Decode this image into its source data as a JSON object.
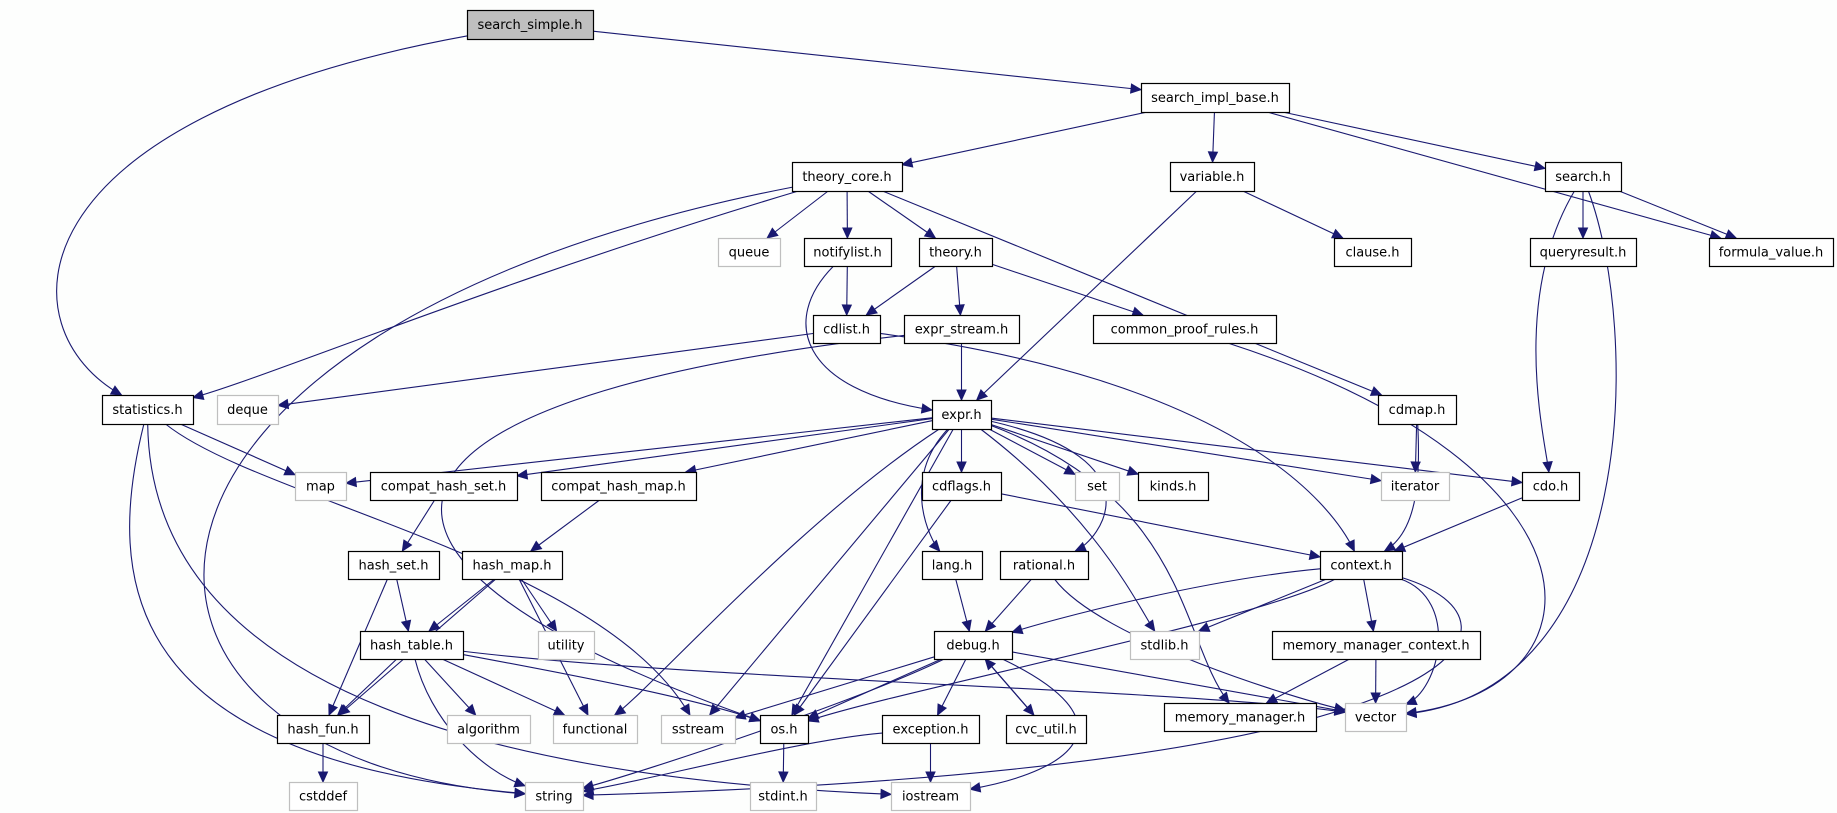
{
  "title": "search_simple.h include dependency graph",
  "colors": {
    "edge": "#191970",
    "root_fill": "#bfbfbf",
    "local_border": "#000000",
    "system_border": "#bfbfbf"
  },
  "nodes": [
    {
      "id": "search_simple",
      "label": "search_simple.h",
      "kind": "root"
    },
    {
      "id": "search_impl_base",
      "label": "search_impl_base.h",
      "kind": "local"
    },
    {
      "id": "theory_core",
      "label": "theory_core.h",
      "kind": "local"
    },
    {
      "id": "variable",
      "label": "variable.h",
      "kind": "local"
    },
    {
      "id": "search",
      "label": "search.h",
      "kind": "local"
    },
    {
      "id": "queue",
      "label": "queue",
      "kind": "system"
    },
    {
      "id": "notifylist",
      "label": "notifylist.h",
      "kind": "local"
    },
    {
      "id": "theory",
      "label": "theory.h",
      "kind": "local"
    },
    {
      "id": "clause",
      "label": "clause.h",
      "kind": "local"
    },
    {
      "id": "queryresult",
      "label": "queryresult.h",
      "kind": "local"
    },
    {
      "id": "formula_value",
      "label": "formula_value.h",
      "kind": "local"
    },
    {
      "id": "cdlist",
      "label": "cdlist.h",
      "kind": "local"
    },
    {
      "id": "expr_stream",
      "label": "expr_stream.h",
      "kind": "local"
    },
    {
      "id": "common_proof_rules",
      "label": "common_proof_rules.h",
      "kind": "local"
    },
    {
      "id": "statistics",
      "label": "statistics.h",
      "kind": "local"
    },
    {
      "id": "deque",
      "label": "deque",
      "kind": "system"
    },
    {
      "id": "expr",
      "label": "expr.h",
      "kind": "local"
    },
    {
      "id": "cdmap",
      "label": "cdmap.h",
      "kind": "local"
    },
    {
      "id": "map",
      "label": "map",
      "kind": "system"
    },
    {
      "id": "compat_hash_set",
      "label": "compat_hash_set.h",
      "kind": "local"
    },
    {
      "id": "compat_hash_map",
      "label": "compat_hash_map.h",
      "kind": "local"
    },
    {
      "id": "cdflags",
      "label": "cdflags.h",
      "kind": "local"
    },
    {
      "id": "set",
      "label": "set",
      "kind": "system"
    },
    {
      "id": "kinds",
      "label": "kinds.h",
      "kind": "local"
    },
    {
      "id": "iterator",
      "label": "iterator",
      "kind": "system"
    },
    {
      "id": "cdo",
      "label": "cdo.h",
      "kind": "local"
    },
    {
      "id": "hash_set",
      "label": "hash_set.h",
      "kind": "local"
    },
    {
      "id": "hash_map",
      "label": "hash_map.h",
      "kind": "local"
    },
    {
      "id": "lang",
      "label": "lang.h",
      "kind": "local"
    },
    {
      "id": "rational",
      "label": "rational.h",
      "kind": "local"
    },
    {
      "id": "context",
      "label": "context.h",
      "kind": "local"
    },
    {
      "id": "utility",
      "label": "utility",
      "kind": "system"
    },
    {
      "id": "hash_table",
      "label": "hash_table.h",
      "kind": "local"
    },
    {
      "id": "debug",
      "label": "debug.h",
      "kind": "local"
    },
    {
      "id": "stdlib",
      "label": "stdlib.h",
      "kind": "system"
    },
    {
      "id": "memory_manager_context",
      "label": "memory_manager_context.h",
      "kind": "local"
    },
    {
      "id": "hash_fun",
      "label": "hash_fun.h",
      "kind": "local"
    },
    {
      "id": "algorithm",
      "label": "algorithm",
      "kind": "system"
    },
    {
      "id": "functional",
      "label": "functional",
      "kind": "system"
    },
    {
      "id": "sstream",
      "label": "sstream",
      "kind": "system"
    },
    {
      "id": "os",
      "label": "os.h",
      "kind": "local"
    },
    {
      "id": "exception",
      "label": "exception.h",
      "kind": "local"
    },
    {
      "id": "cvc_util",
      "label": "cvc_util.h",
      "kind": "local"
    },
    {
      "id": "memory_manager",
      "label": "memory_manager.h",
      "kind": "local"
    },
    {
      "id": "vector",
      "label": "vector",
      "kind": "system"
    },
    {
      "id": "cstddef",
      "label": "cstddef",
      "kind": "system"
    },
    {
      "id": "string",
      "label": "string",
      "kind": "system"
    },
    {
      "id": "stdint",
      "label": "stdint.h",
      "kind": "system"
    },
    {
      "id": "iostream",
      "label": "iostream",
      "kind": "system"
    }
  ],
  "edges": [
    [
      "search_simple",
      "search_impl_base"
    ],
    [
      "search_simple",
      "statistics"
    ],
    [
      "search_impl_base",
      "theory_core"
    ],
    [
      "search_impl_base",
      "variable"
    ],
    [
      "search_impl_base",
      "search"
    ],
    [
      "search_impl_base",
      "formula_value"
    ],
    [
      "theory_core",
      "queue"
    ],
    [
      "theory_core",
      "notifylist"
    ],
    [
      "theory_core",
      "theory"
    ],
    [
      "theory_core",
      "statistics"
    ],
    [
      "theory_core",
      "cdmap"
    ],
    [
      "theory_core",
      "string"
    ],
    [
      "variable",
      "expr"
    ],
    [
      "variable",
      "clause"
    ],
    [
      "search",
      "queryresult"
    ],
    [
      "search",
      "formula_value"
    ],
    [
      "search",
      "cdo"
    ],
    [
      "search",
      "vector"
    ],
    [
      "notifylist",
      "cdlist"
    ],
    [
      "notifylist",
      "expr"
    ],
    [
      "theory",
      "cdlist"
    ],
    [
      "theory",
      "expr_stream"
    ],
    [
      "theory",
      "common_proof_rules"
    ],
    [
      "cdlist",
      "deque"
    ],
    [
      "cdlist",
      "context"
    ],
    [
      "expr_stream",
      "expr"
    ],
    [
      "expr_stream",
      "os"
    ],
    [
      "common_proof_rules",
      "vector"
    ],
    [
      "statistics",
      "map"
    ],
    [
      "statistics",
      "string"
    ],
    [
      "statistics",
      "sstream"
    ],
    [
      "statistics",
      "iostream"
    ],
    [
      "expr",
      "map"
    ],
    [
      "expr",
      "compat_hash_set"
    ],
    [
      "expr",
      "compat_hash_map"
    ],
    [
      "expr",
      "cdflags"
    ],
    [
      "expr",
      "set"
    ],
    [
      "expr",
      "kinds"
    ],
    [
      "expr",
      "iterator"
    ],
    [
      "expr",
      "cdo"
    ],
    [
      "expr",
      "lang"
    ],
    [
      "expr",
      "rational"
    ],
    [
      "expr",
      "stdlib"
    ],
    [
      "expr",
      "memory_manager"
    ],
    [
      "expr",
      "functional"
    ],
    [
      "expr",
      "sstream"
    ],
    [
      "expr",
      "os"
    ],
    [
      "cdmap",
      "iterator"
    ],
    [
      "cdmap",
      "context"
    ],
    [
      "cdo",
      "context"
    ],
    [
      "compat_hash_set",
      "hash_set"
    ],
    [
      "compat_hash_map",
      "hash_map"
    ],
    [
      "cdflags",
      "context"
    ],
    [
      "cdflags",
      "os"
    ],
    [
      "hash_set",
      "hash_table"
    ],
    [
      "hash_set",
      "hash_fun"
    ],
    [
      "hash_map",
      "hash_table"
    ],
    [
      "hash_map",
      "hash_fun"
    ],
    [
      "hash_map",
      "utility"
    ],
    [
      "hash_map",
      "functional"
    ],
    [
      "lang",
      "debug"
    ],
    [
      "rational",
      "debug"
    ],
    [
      "rational",
      "vector"
    ],
    [
      "context",
      "debug"
    ],
    [
      "context",
      "stdlib"
    ],
    [
      "context",
      "memory_manager_context"
    ],
    [
      "context",
      "vector"
    ],
    [
      "context",
      "os"
    ],
    [
      "context",
      "string"
    ],
    [
      "hash_table",
      "hash_fun"
    ],
    [
      "hash_table",
      "algorithm"
    ],
    [
      "hash_table",
      "functional"
    ],
    [
      "hash_table",
      "string"
    ],
    [
      "hash_table",
      "os"
    ],
    [
      "hash_table",
      "vector"
    ],
    [
      "debug",
      "os"
    ],
    [
      "debug",
      "sstream"
    ],
    [
      "debug",
      "exception"
    ],
    [
      "debug",
      "cvc_util"
    ],
    [
      "debug",
      "string"
    ],
    [
      "debug",
      "iostream"
    ],
    [
      "debug",
      "vector"
    ],
    [
      "cvc_util",
      "debug"
    ],
    [
      "memory_manager_context",
      "memory_manager"
    ],
    [
      "memory_manager_context",
      "vector"
    ],
    [
      "hash_fun",
      "cstddef"
    ],
    [
      "os",
      "stdint"
    ],
    [
      "exception",
      "string"
    ],
    [
      "exception",
      "iostream"
    ]
  ]
}
